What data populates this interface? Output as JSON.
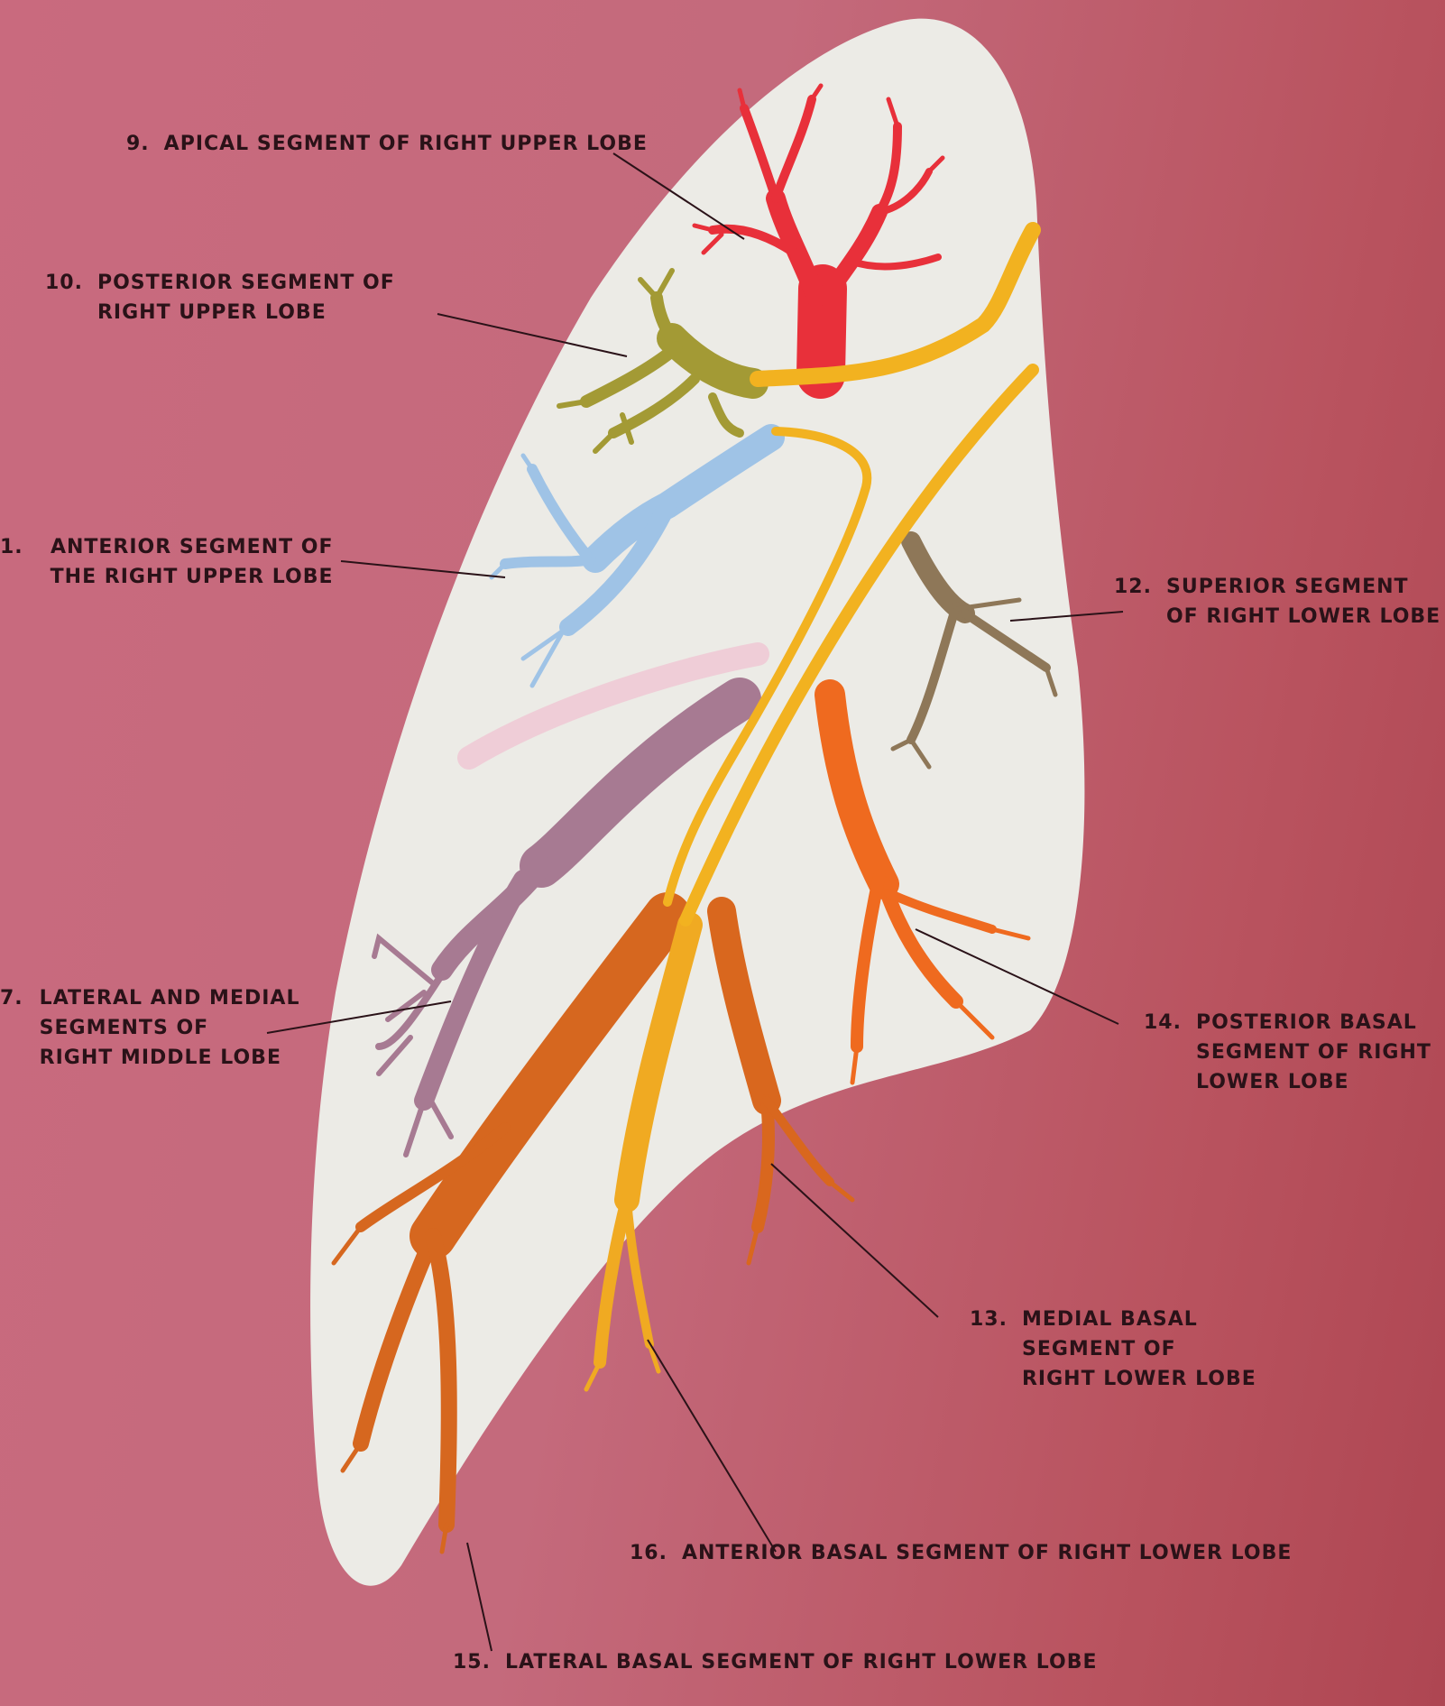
{
  "labels": {
    "apical_upper": {
      "number": "9.",
      "lines": [
        "APICAL SEGMENT OF RIGHT UPPER LOBE"
      ]
    },
    "posterior_upper": {
      "number": "10.",
      "lines": [
        "POSTERIOR SEGMENT OF",
        "RIGHT UPPER LOBE"
      ]
    },
    "anterior_upper": {
      "number": "1.",
      "lines": [
        "ANTERIOR SEGMENT OF",
        "THE RIGHT UPPER LOBE"
      ]
    },
    "middle_lobe": {
      "number": "7.",
      "lines": [
        "LATERAL AND MEDIAL",
        "SEGMENTS OF",
        "RIGHT MIDDLE LOBE"
      ]
    },
    "superior_lower": {
      "number": "12.",
      "lines": [
        "SUPERIOR SEGMENT",
        "OF RIGHT LOWER LOBE"
      ]
    },
    "posterior_basal": {
      "number": "14.",
      "lines": [
        "POSTERIOR BASAL",
        "SEGMENT OF RIGHT",
        "LOWER LOBE"
      ]
    },
    "medial_basal": {
      "number": "13.",
      "lines": [
        "MEDIAL BASAL",
        "SEGMENT OF",
        "RIGHT LOWER LOBE"
      ]
    },
    "anterior_basal": {
      "number": "16.",
      "lines": [
        "ANTERIOR BASAL SEGMENT OF RIGHT LOWER LOBE"
      ]
    },
    "lateral_basal": {
      "number": "15.",
      "lines": [
        "LATERAL BASAL SEGMENT OF RIGHT LOWER LOBE"
      ]
    }
  },
  "colors": {
    "background": "#c46a7c",
    "lung": "#ecebe6",
    "trachea": "#f2b220",
    "apical": "#e8303a",
    "posterior_upper": "#a39a35",
    "anterior_upper": "#9fc3e6",
    "middle_lobe": "#a77a92",
    "superior_lower": "#8e7758",
    "posterior_basal": "#ef6a1f",
    "medial_basal": "#d9671e",
    "lateral_basal": "#d6671f",
    "anterior_basal": "#f0aa22",
    "leader_line": "#2a1218"
  }
}
